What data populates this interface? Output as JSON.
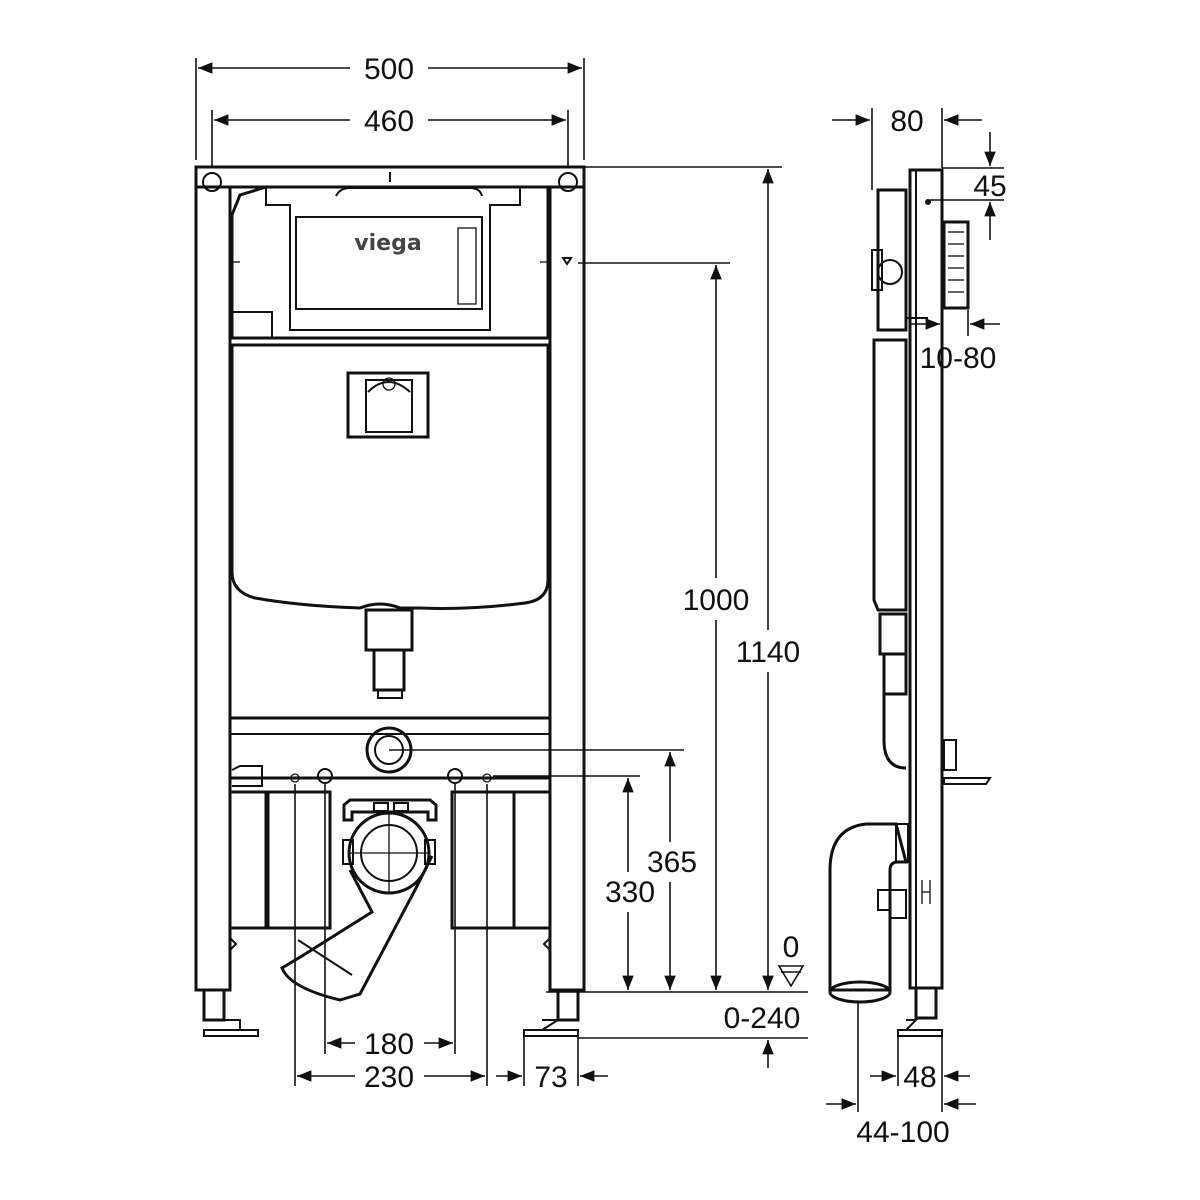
{
  "brand": "viega",
  "dimensions": {
    "width_total": "500",
    "width_inner": "460",
    "height_total": "1140",
    "height_button": "1000",
    "height_drain": "365",
    "height_pipe": "330",
    "floor_zero": "0",
    "floor_adjust": "0-240",
    "spacing_180": "180",
    "spacing_230": "230",
    "offset_73": "73",
    "depth_80": "80",
    "top_45": "45",
    "panel_10_80": "10-80",
    "base_48": "48",
    "base_44_100": "44-100"
  }
}
